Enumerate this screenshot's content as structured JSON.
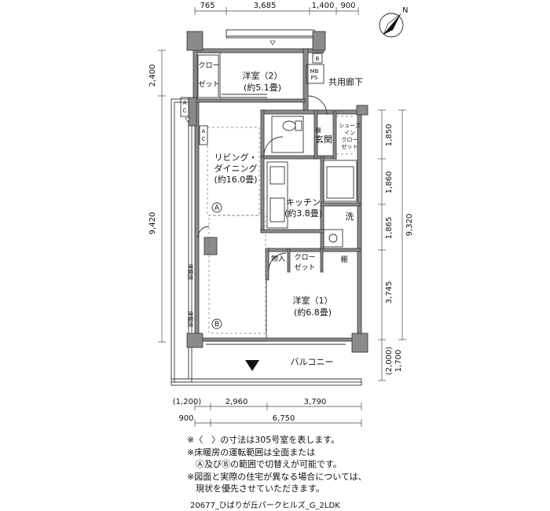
{
  "top_dims": [
    "765",
    "3,685",
    "1,400",
    "900"
  ],
  "left_dims": [
    "2,400",
    "9,420"
  ],
  "right_dims": [
    "1,850",
    "1,860",
    "1,865",
    "3,745",
    "(2,000)",
    "1,700"
  ],
  "right_total": "9,320",
  "bottom_dims_row1": [
    "(1,200)",
    "2,960",
    "3,790"
  ],
  "bottom_dims_row2": [
    "900",
    "6,750"
  ],
  "rooms": {
    "western2": {
      "name": "洋室（2）",
      "area": "(約5.1畳)"
    },
    "closet_top": {
      "line1": "クロー",
      "line2": "ゼット"
    },
    "ldk": {
      "line1": "リビング・",
      "line2": "ダイニング",
      "area": "(約16.0畳)"
    },
    "kitchen": {
      "name": "キッチン",
      "area": "(約3.8畳)"
    },
    "entrance": "玄関",
    "shoes": {
      "line1": "シューズ",
      "line2": "イン",
      "line3": "クロー",
      "line4": "ゼット"
    },
    "wash": "洗",
    "storage": "物入",
    "closet_mid": {
      "line1": "クロー",
      "line2": "ゼット"
    },
    "shelf": "棚",
    "shelf2": "棚",
    "western1": {
      "name": "洋室（1）",
      "area": "(約6.8畳)"
    },
    "balcony": "バルコニー",
    "corridor": "共用廊下",
    "mbps": {
      "line1": "MB",
      "line2": "PS"
    },
    "b_mark": "B",
    "ac": {
      "a": "A",
      "c": "C"
    },
    "heat_a": "A",
    "heat_b": "B",
    "floor_heat": "床暖房"
  },
  "compass": "N",
  "notes": [
    "※〈　〉の寸法は305号室を表します。",
    "※床暖房の運転範囲は全面または",
    "　Ⓐ及びⒷの範囲で切替えが可能です。",
    "※図面と実際の住宅が異なる場合については、",
    "　現状を優先させていただきます。"
  ],
  "footer": "20677_ひばりが丘パークヒルズ_G_2LDK"
}
